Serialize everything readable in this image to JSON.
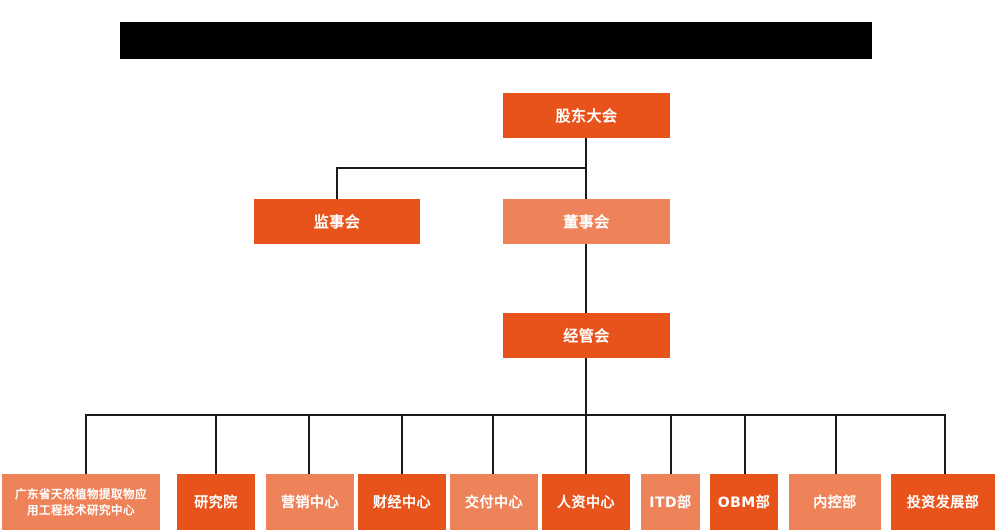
{
  "chart": {
    "type": "org-chart",
    "title_bar": {
      "label": "",
      "redacted": true,
      "color": "#000000"
    },
    "background": "#ffffff",
    "colors": {
      "dark_orange": "#E8531B",
      "light_orange": "#EE8259",
      "connector": "#1a1a1a",
      "text": "#ffffff"
    },
    "levels": [
      {
        "level": 1,
        "nodes": [
          {
            "id": "shareholders",
            "label": "股东大会",
            "fill": "dark"
          }
        ]
      },
      {
        "level": 2,
        "nodes": [
          {
            "id": "supervisors",
            "label": "监事会",
            "fill": "dark"
          },
          {
            "id": "directors",
            "label": "董事会",
            "fill": "light"
          }
        ]
      },
      {
        "level": 3,
        "nodes": [
          {
            "id": "management",
            "label": "经管会",
            "fill": "dark"
          }
        ]
      },
      {
        "level": 4,
        "nodes": [
          {
            "id": "research-center",
            "label": "广东省天然植物提取物应用工程技术研究中心",
            "line1": "广东省天然植物提取物应",
            "line2": "用工程技术研究中心",
            "fill": "light"
          },
          {
            "id": "research-institute",
            "label": "研究院",
            "fill": "dark"
          },
          {
            "id": "marketing-center",
            "label": "营销中心",
            "fill": "light"
          },
          {
            "id": "finance-center",
            "label": "财经中心",
            "fill": "dark"
          },
          {
            "id": "delivery-center",
            "label": "交付中心",
            "fill": "light"
          },
          {
            "id": "hr-center",
            "label": "人资中心",
            "fill": "dark"
          },
          {
            "id": "itd-department",
            "label": "ITD部",
            "fill": "light"
          },
          {
            "id": "obm-department",
            "label": "OBM部",
            "fill": "dark"
          },
          {
            "id": "internal-control-department",
            "label": "内控部",
            "fill": "light"
          },
          {
            "id": "investment-development-department",
            "label": "投资发展部",
            "fill": "dark"
          }
        ]
      }
    ]
  }
}
